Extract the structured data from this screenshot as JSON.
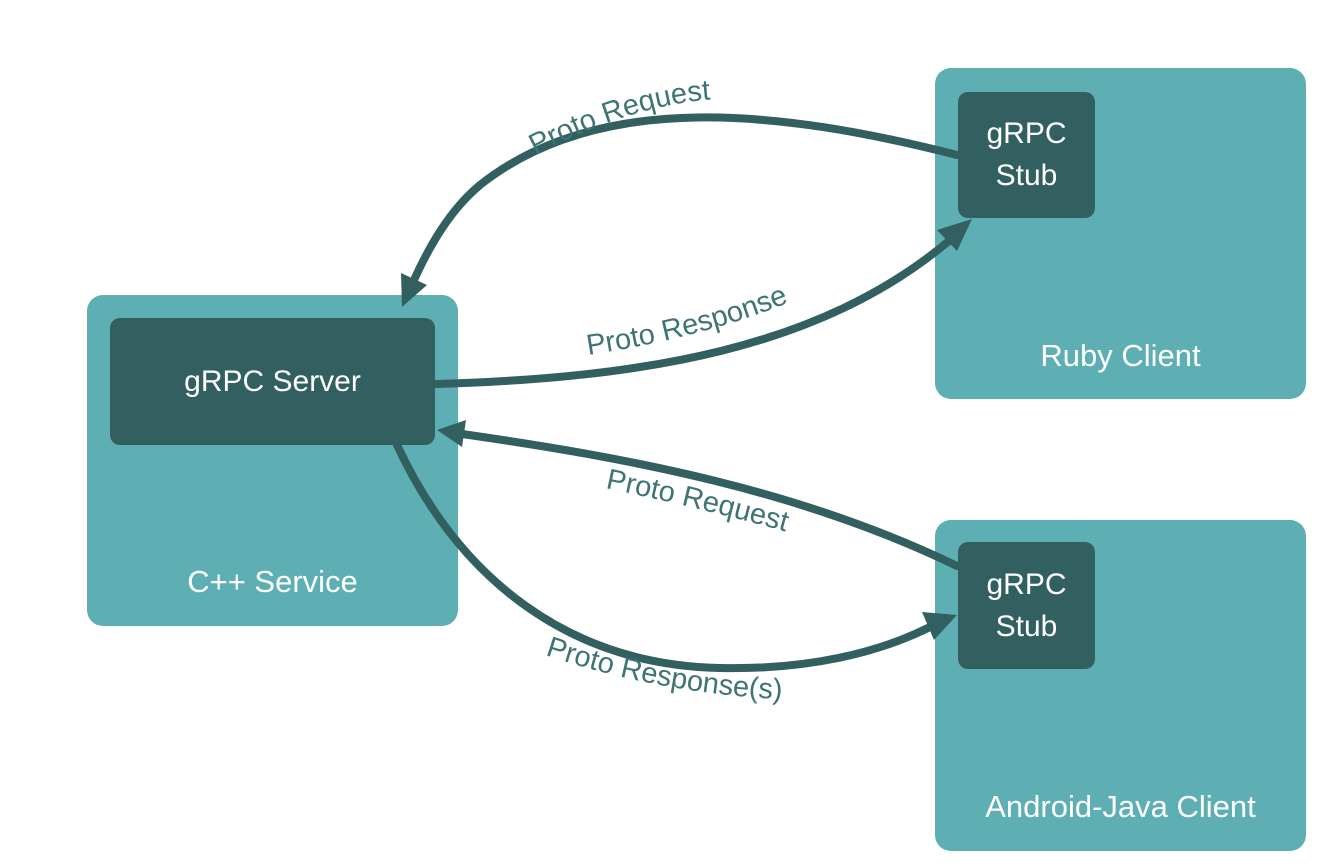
{
  "service": {
    "server_label": "gRPC Server",
    "name": "C++ Service"
  },
  "ruby_client": {
    "stub_label": "gRPC\nStub",
    "name": "Ruby Client"
  },
  "android_client": {
    "stub_label": "gRPC\nStub",
    "name": "Android-Java Client"
  },
  "flows": {
    "ruby_request": "Proto Request",
    "ruby_response": "Proto Response",
    "android_request": "Proto Request",
    "android_response": "Proto Response(s)"
  },
  "colors": {
    "panel": "#5eafb4",
    "box": "#325f5f",
    "arrow": "#325f5f",
    "label": "#3e7474"
  }
}
